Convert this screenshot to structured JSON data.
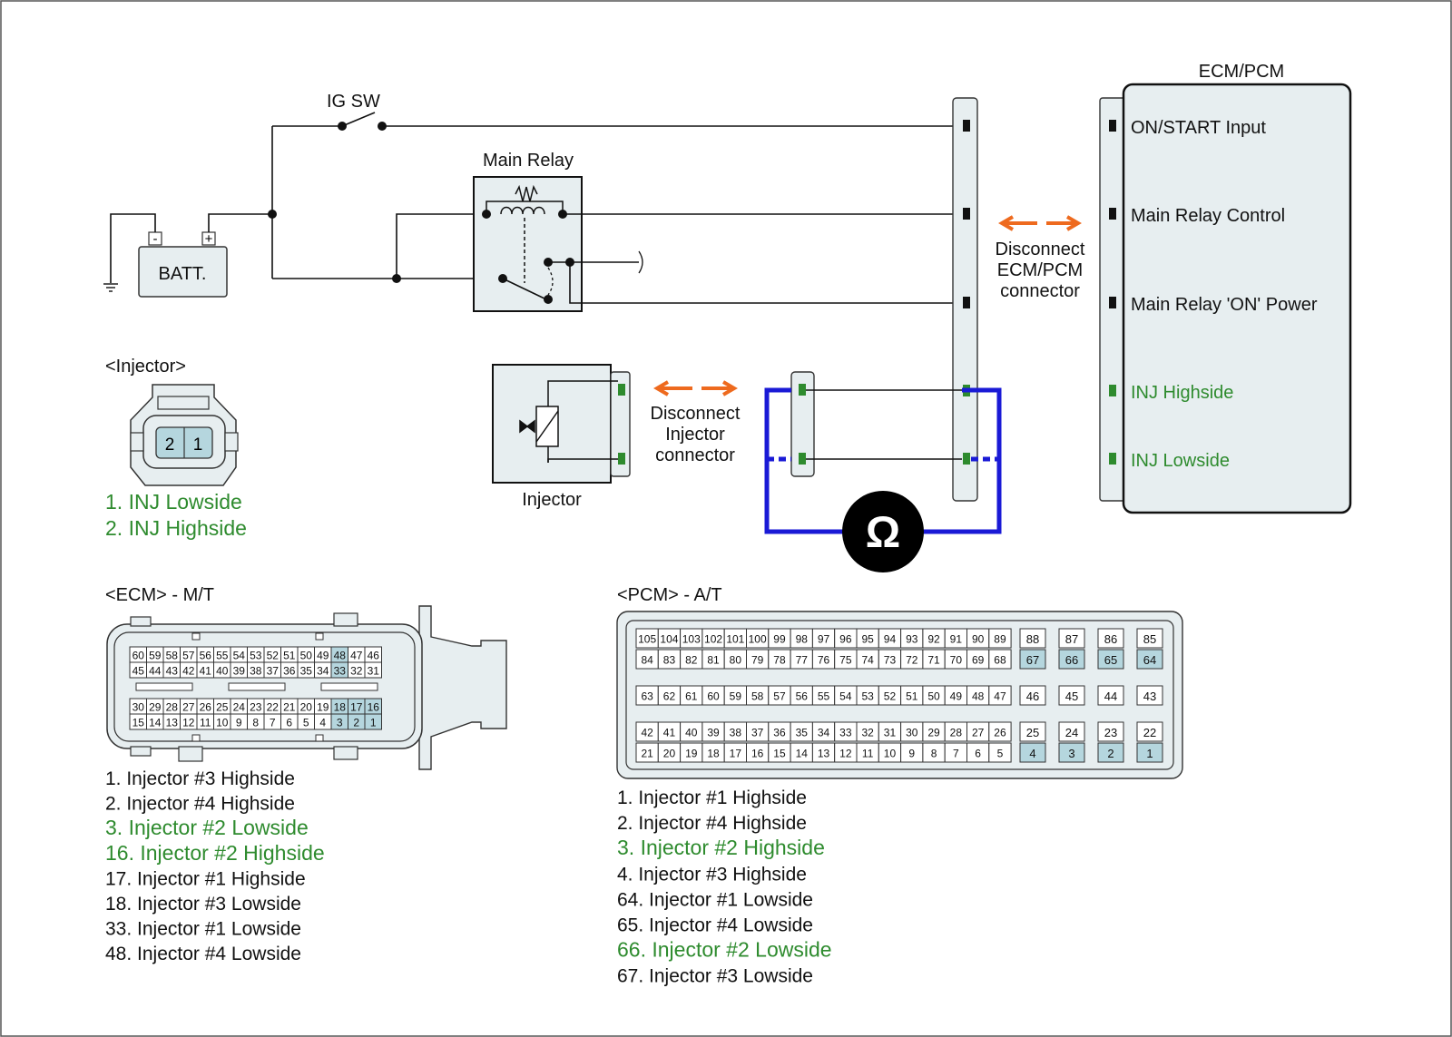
{
  "colors": {
    "highlight_green": "#2e8b2e",
    "probe_blue": "#1a1ad6",
    "arrow_orange": "#ee6a1e",
    "pin_highlight": "#b5d6de",
    "panel_fill": "#e7eef0"
  },
  "circuit": {
    "ig_sw": "IG SW",
    "main_relay": "Main Relay",
    "battery": "BATT.",
    "battery_minus": "-",
    "battery_plus": "+",
    "injector_label": "Injector",
    "disconnect_injector": [
      "Disconnect",
      "Injector",
      "connector"
    ],
    "disconnect_ecm": [
      "Disconnect",
      "ECM/PCM",
      "connector"
    ],
    "ohm_symbol": "Ω"
  },
  "ecm_box": {
    "title": "ECM/PCM",
    "pins": [
      "ON/START Input",
      "Main Relay Control",
      "Main Relay 'ON' Power",
      "INJ Highside",
      "INJ Lowside"
    ]
  },
  "injector_connector": {
    "title": "<Injector>",
    "pin_numbers": [
      "2",
      "1"
    ],
    "legend": [
      "1. INJ Lowside",
      "2. INJ Highside"
    ]
  },
  "ecm_mt": {
    "title": "<ECM> - M/T",
    "rows": [
      [
        "60",
        "59",
        "58",
        "57",
        "56",
        "55",
        "54",
        "53",
        "52",
        "51",
        "50",
        "49",
        "48",
        "47",
        "46"
      ],
      [
        "45",
        "44",
        "43",
        "42",
        "41",
        "40",
        "39",
        "38",
        "37",
        "36",
        "35",
        "34",
        "33",
        "32",
        "31"
      ],
      [
        "30",
        "29",
        "28",
        "27",
        "26",
        "25",
        "24",
        "23",
        "22",
        "21",
        "20",
        "19",
        "18",
        "17",
        "16"
      ],
      [
        "15",
        "14",
        "13",
        "12",
        "11",
        "10",
        "9",
        "8",
        "7",
        "6",
        "5",
        "4",
        "3",
        "2",
        "1"
      ]
    ],
    "highlighted": [
      "48",
      "33",
      "18",
      "17",
      "16",
      "3",
      "2",
      "1"
    ],
    "legend": [
      {
        "text": "1. Injector #3 Highside",
        "hl": false
      },
      {
        "text": "2. Injector #4 Highside",
        "hl": false
      },
      {
        "text": "3. Injector #2 Lowside",
        "hl": true
      },
      {
        "text": "16. Injector #2 Highside",
        "hl": true
      },
      {
        "text": "17. Injector #1 Highside",
        "hl": false
      },
      {
        "text": "18. Injector #3 Lowside",
        "hl": false
      },
      {
        "text": "33. Injector #1 Lowside",
        "hl": false
      },
      {
        "text": "48. Injector #4 Lowside",
        "hl": false
      }
    ]
  },
  "pcm_at": {
    "title": "<PCM> - A/T",
    "main_rows": [
      [
        "105",
        "104",
        "103",
        "102",
        "101",
        "100",
        "99",
        "98",
        "97",
        "96",
        "95",
        "94",
        "93",
        "92",
        "91",
        "90",
        "89"
      ],
      [
        "84",
        "83",
        "82",
        "81",
        "80",
        "79",
        "78",
        "77",
        "76",
        "75",
        "74",
        "73",
        "72",
        "71",
        "70",
        "69",
        "68"
      ],
      [
        "63",
        "62",
        "61",
        "60",
        "59",
        "58",
        "57",
        "56",
        "55",
        "54",
        "53",
        "52",
        "51",
        "50",
        "49",
        "48",
        "47"
      ],
      [
        "42",
        "41",
        "40",
        "39",
        "38",
        "37",
        "36",
        "35",
        "34",
        "33",
        "32",
        "31",
        "30",
        "29",
        "28",
        "27",
        "26"
      ],
      [
        "21",
        "20",
        "19",
        "18",
        "17",
        "16",
        "15",
        "14",
        "13",
        "12",
        "11",
        "10",
        "9",
        "8",
        "7",
        "6",
        "5"
      ]
    ],
    "side_rows": [
      [
        "88",
        "87",
        "86",
        "85"
      ],
      [
        "67",
        "66",
        "65",
        "64"
      ],
      [
        "46",
        "45",
        "44",
        "43"
      ],
      [
        "25",
        "24",
        "23",
        "22"
      ],
      [
        "4",
        "3",
        "2",
        "1"
      ]
    ],
    "highlighted": [
      "67",
      "66",
      "65",
      "64",
      "4",
      "3",
      "2",
      "1"
    ],
    "legend": [
      {
        "text": "1. Injector #1 Highside",
        "hl": false
      },
      {
        "text": "2. Injector #4 Highside",
        "hl": false
      },
      {
        "text": "3. Injector #2 Highside",
        "hl": true
      },
      {
        "text": "4. Injector #3 Highside",
        "hl": false
      },
      {
        "text": "64. Injector #1 Lowside",
        "hl": false
      },
      {
        "text": "65. Injector #4 Lowside",
        "hl": false
      },
      {
        "text": "66. Injector #2 Lowside",
        "hl": true
      },
      {
        "text": "67. Injector #3 Lowside",
        "hl": false
      }
    ]
  }
}
